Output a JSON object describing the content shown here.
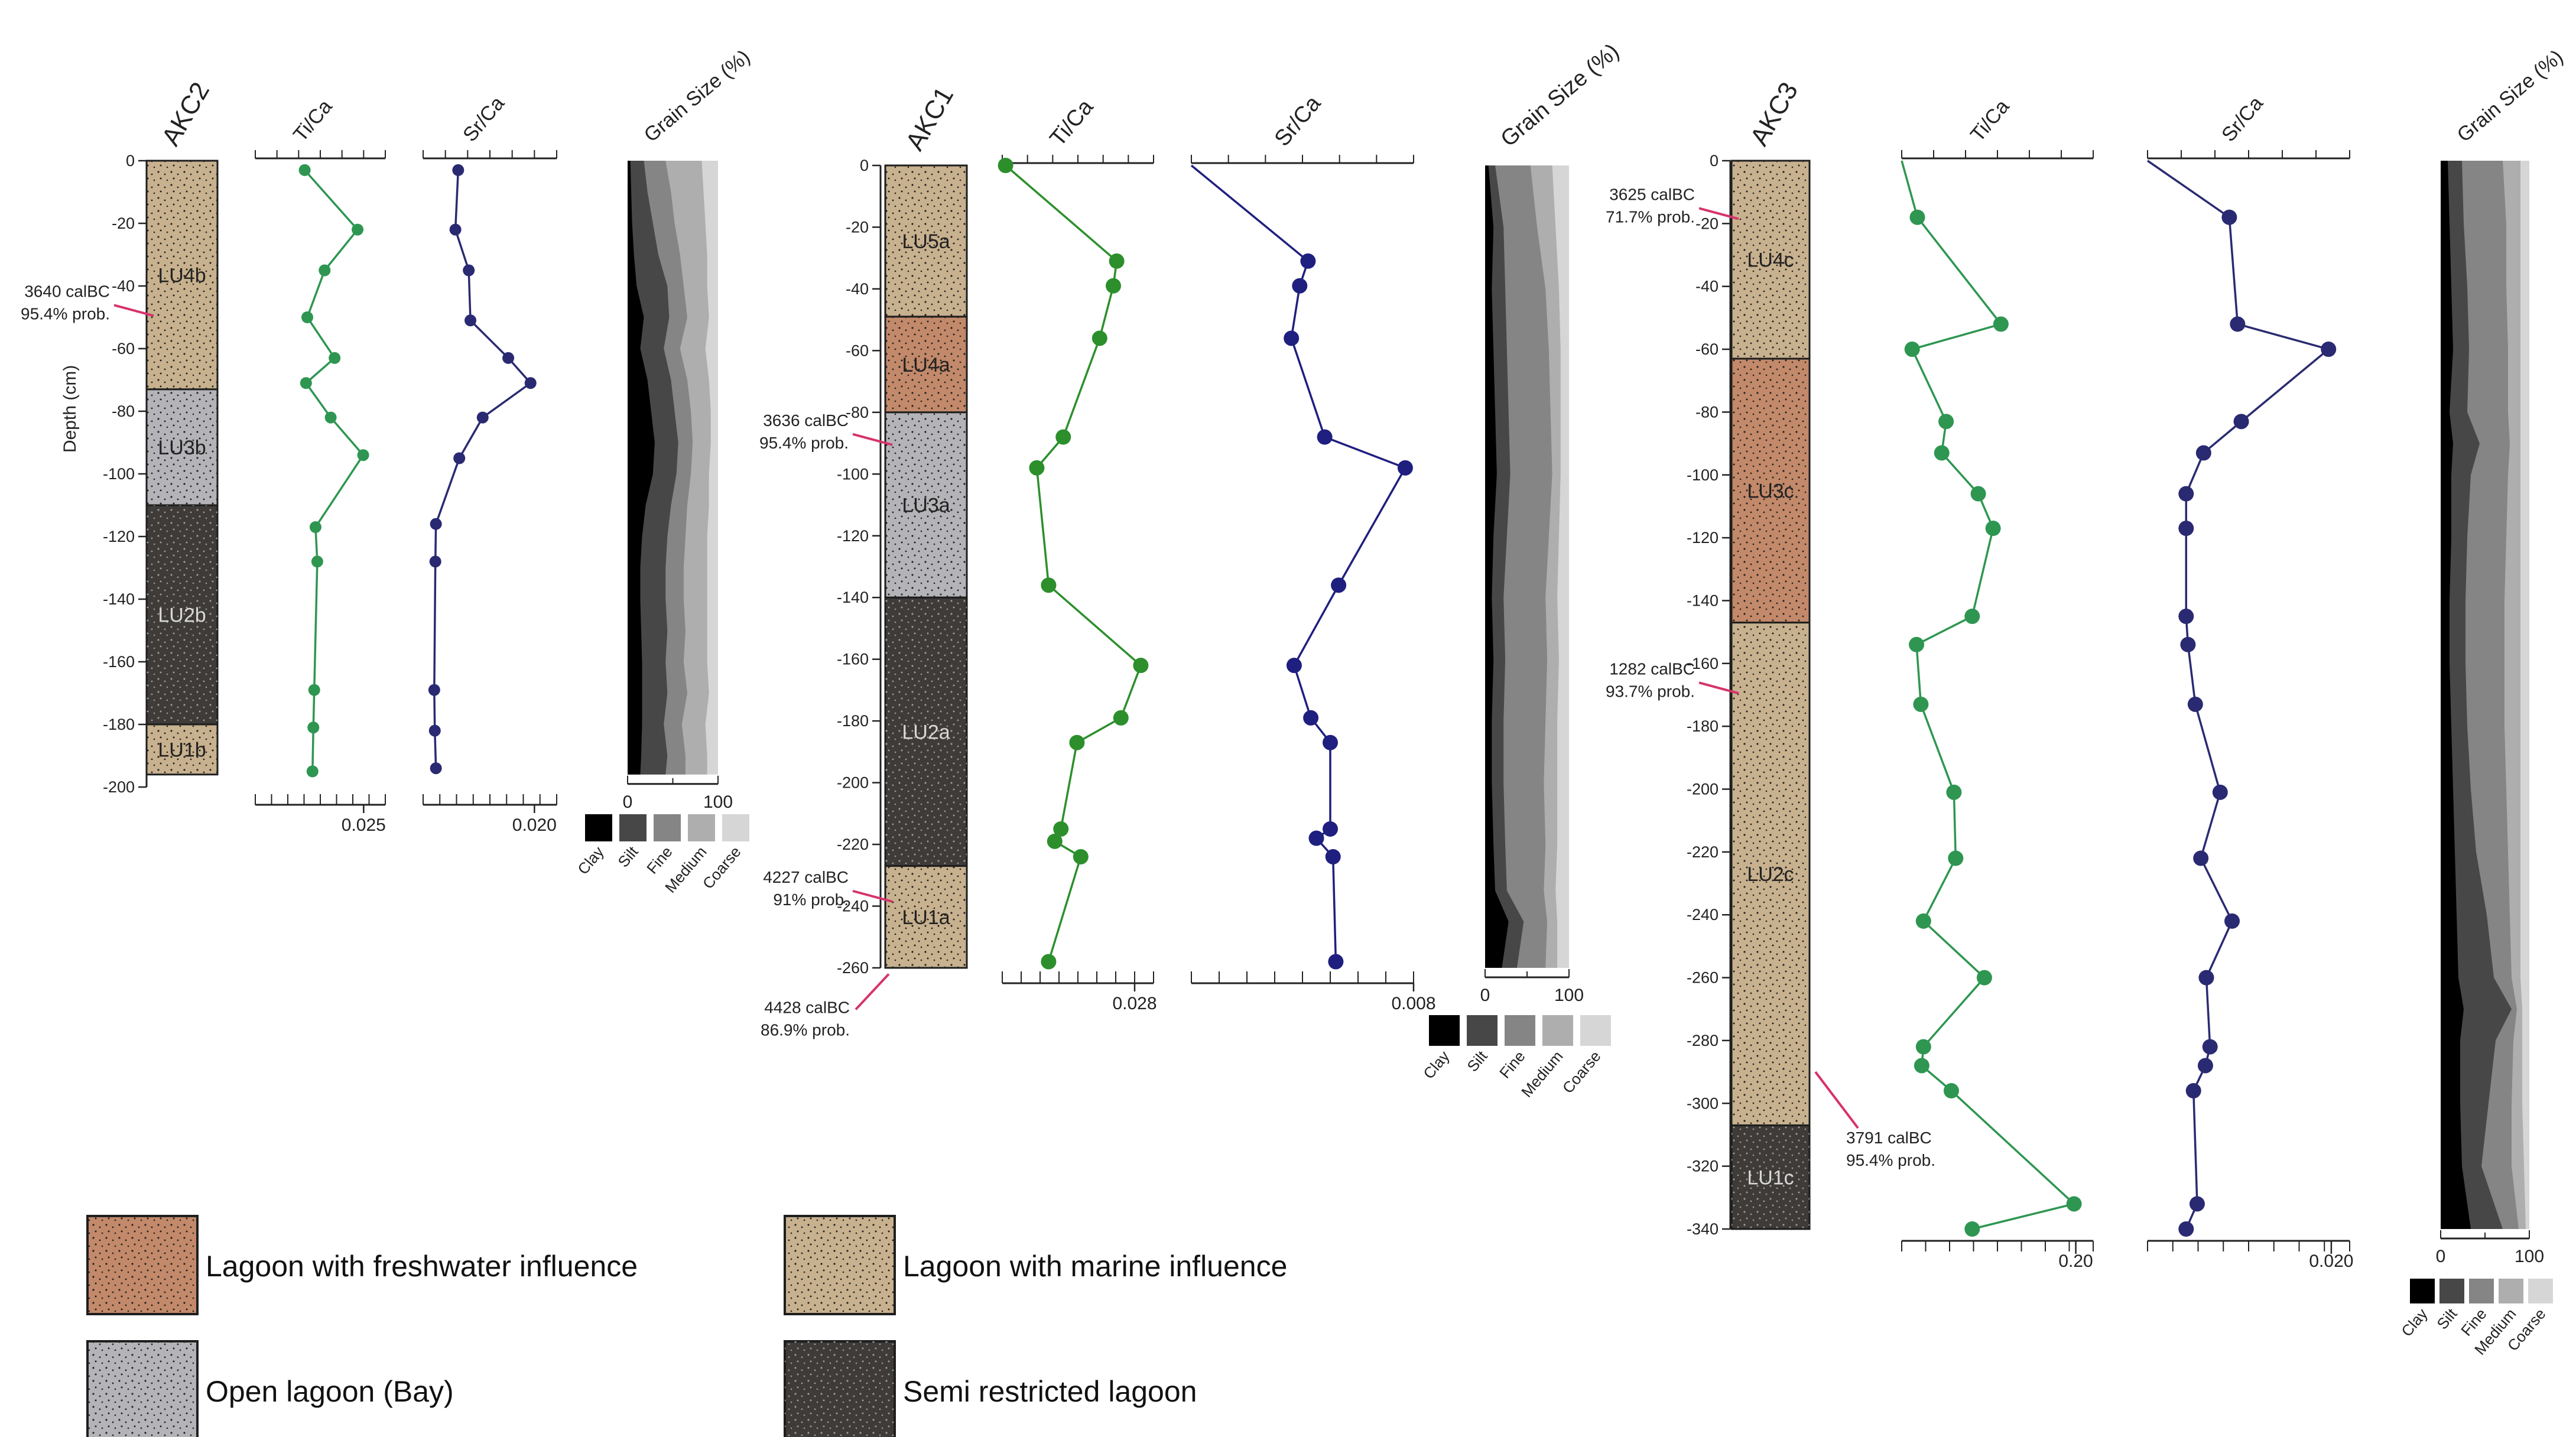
{
  "colors": {
    "freshwater": "#c2896a",
    "marine": "#c8b18e",
    "open_bay": "#b4b4b8",
    "semi_restricted": "#3e3b38",
    "ti_ca": "#2e9651",
    "ti_ca_akc1": "#2c8f2c",
    "sr_ca": "#2a2a72",
    "sr_ca_akc1": "#1f1f80",
    "date_marker": "#d6336c",
    "clay": "#000000",
    "silt": "#474747",
    "fine": "#858585",
    "medium": "#aeaeae",
    "coarse": "#d6d6d6"
  },
  "legend": [
    {
      "key": "freshwater",
      "label": "Lagoon with freshwater influence"
    },
    {
      "key": "open_bay",
      "label": "Open lagoon (Bay)"
    },
    {
      "key": "marine",
      "label": "Lagoon with marine influence"
    },
    {
      "key": "semi_restricted",
      "label": "Semi restricted lagoon"
    }
  ],
  "chart_data": [
    {
      "type": "line",
      "core": "AKC2",
      "ylabel": "Depth (cm)",
      "depth_ticks": [
        0,
        -20,
        -40,
        -60,
        -80,
        -100,
        -120,
        -140,
        -160,
        -180,
        -200
      ],
      "depth_range": [
        0,
        -200
      ],
      "units": [
        {
          "label": "LU4b",
          "top": 0,
          "bottom": -73,
          "facies": "marine"
        },
        {
          "label": "LU3b",
          "top": -73,
          "bottom": -110,
          "facies": "open_bay"
        },
        {
          "label": "LU2b",
          "top": -110,
          "bottom": -180,
          "facies": "semi_restricted"
        },
        {
          "label": "LU1b",
          "top": -180,
          "bottom": -196,
          "facies": "marine"
        }
      ],
      "dates": [
        {
          "depth": -48,
          "lines": [
            "3640 calBC",
            "95.4% prob."
          ]
        }
      ],
      "ti_ca": {
        "title": "Ti/Ca",
        "xlim": [
          0,
          0.03
        ],
        "tick_label": "0.025",
        "tick_value": 0.025,
        "points": [
          [
            0.0114,
            -3
          ],
          [
            0.0236,
            -22
          ],
          [
            0.016,
            -35
          ],
          [
            0.012,
            -50
          ],
          [
            0.0183,
            -63
          ],
          [
            0.0117,
            -71
          ],
          [
            0.0174,
            -82
          ],
          [
            0.0249,
            -94
          ],
          [
            0.0139,
            -117
          ],
          [
            0.0143,
            -128
          ],
          [
            0.0136,
            -169
          ],
          [
            0.0134,
            -181
          ],
          [
            0.0132,
            -195
          ]
        ]
      },
      "sr_ca": {
        "title": "Sr/Ca",
        "xlim": [
          0,
          0.024
        ],
        "tick_label": "0.020",
        "tick_value": 0.02,
        "points": [
          [
            0.0063,
            -3
          ],
          [
            0.0058,
            -22
          ],
          [
            0.0082,
            -35
          ],
          [
            0.0085,
            -51
          ],
          [
            0.0153,
            -63
          ],
          [
            0.0193,
            -71
          ],
          [
            0.0107,
            -82
          ],
          [
            0.0065,
            -95
          ],
          [
            0.0023,
            -116
          ],
          [
            0.0022,
            -128
          ],
          [
            0.002,
            -169
          ],
          [
            0.0021,
            -182
          ],
          [
            0.0023,
            -194
          ]
        ]
      },
      "grain_size": {
        "title": "Grain Size (%)",
        "xlim": [
          0,
          100
        ],
        "tick_labels": [
          "0",
          "100"
        ],
        "depths": [
          0,
          -10,
          -20,
          -30,
          -40,
          -50,
          -60,
          -70,
          -80,
          -90,
          -100,
          -110,
          -120,
          -130,
          -140,
          -150,
          -160,
          -170,
          -180,
          -190,
          -196
        ],
        "cumulative": {
          "clay": [
            3,
            4,
            5,
            7,
            10,
            18,
            14,
            22,
            26,
            30,
            28,
            20,
            16,
            14,
            14,
            15,
            16,
            16,
            16,
            15,
            14
          ],
          "silt": [
            18,
            22,
            28,
            34,
            44,
            46,
            40,
            48,
            52,
            56,
            54,
            48,
            44,
            42,
            42,
            44,
            42,
            44,
            40,
            44,
            42
          ],
          "fine": [
            42,
            48,
            52,
            58,
            62,
            66,
            58,
            66,
            70,
            72,
            70,
            66,
            64,
            62,
            62,
            64,
            62,
            66,
            60,
            64,
            64
          ],
          "medium": [
            82,
            84,
            86,
            88,
            88,
            90,
            86,
            90,
            92,
            92,
            90,
            90,
            88,
            88,
            88,
            88,
            88,
            90,
            86,
            88,
            88
          ],
          "coarse": [
            100,
            100,
            100,
            100,
            100,
            100,
            100,
            100,
            100,
            100,
            100,
            100,
            100,
            100,
            100,
            100,
            100,
            100,
            100,
            100,
            100
          ]
        },
        "classes": [
          "Clay",
          "Silt",
          "Fine",
          "Medium",
          "Coarse"
        ]
      }
    },
    {
      "type": "line",
      "core": "AKC1",
      "ylabel": "",
      "depth_ticks": [
        0,
        -20,
        -40,
        -60,
        -80,
        -100,
        -120,
        -140,
        -160,
        -180,
        -200,
        -220,
        -240,
        -260
      ],
      "depth_range": [
        0,
        -260
      ],
      "units": [
        {
          "label": "LU5a",
          "top": 0,
          "bottom": -49,
          "facies": "marine"
        },
        {
          "label": "LU4a",
          "top": -49,
          "bottom": -80,
          "facies": "freshwater"
        },
        {
          "label": "LU3a",
          "top": -80,
          "bottom": -140,
          "facies": "open_bay"
        },
        {
          "label": "LU2a",
          "top": -140,
          "bottom": -227,
          "facies": "semi_restricted"
        },
        {
          "label": "LU1a",
          "top": -227,
          "bottom": -260,
          "facies": "marine"
        }
      ],
      "dates": [
        {
          "depth": -89,
          "lines": [
            "3636 calBC",
            "95.4% prob."
          ]
        },
        {
          "depth": -237,
          "lines": [
            "4227 calBC",
            "91% prob."
          ]
        },
        {
          "depth": -262,
          "lines": [
            "4428 calBC",
            "86.9% prob."
          ]
        }
      ],
      "ti_ca": {
        "title": "Ti/Ca",
        "xlim": [
          0,
          0.032
        ],
        "tick_label": "0.028",
        "tick_value": 0.028,
        "points": [
          [
            0.0007,
            0
          ],
          [
            0.0242,
            -31
          ],
          [
            0.0235,
            -39
          ],
          [
            0.0206,
            -56
          ],
          [
            0.0129,
            -88
          ],
          [
            0.0073,
            -98
          ],
          [
            0.0098,
            -136
          ],
          [
            0.0293,
            -162
          ],
          [
            0.0251,
            -179
          ],
          [
            0.0158,
            -187
          ],
          [
            0.0124,
            -215
          ],
          [
            0.0111,
            -219
          ],
          [
            0.0166,
            -224
          ],
          [
            0.0098,
            -258
          ]
        ]
      },
      "sr_ca": {
        "title": "Sr/Ca",
        "xlim": [
          0,
          0.008
        ],
        "tick_label": "0.008",
        "tick_value": 0.008,
        "points": [
          [
            0.0,
            0
          ],
          [
            0.0042,
            -31
          ],
          [
            0.0039,
            -39
          ],
          [
            0.0036,
            -56
          ],
          [
            0.0048,
            -88
          ],
          [
            0.0077,
            -98
          ],
          [
            0.0053,
            -136
          ],
          [
            0.0037,
            -162
          ],
          [
            0.0043,
            -179
          ],
          [
            0.005,
            -187
          ],
          [
            0.005,
            -215
          ],
          [
            0.0045,
            -218
          ],
          [
            0.0051,
            -224
          ],
          [
            0.0052,
            -258
          ]
        ]
      },
      "grain_size": {
        "title": "Grain Size (%)",
        "xlim": [
          0,
          100
        ],
        "tick_labels": [
          "0",
          "100"
        ],
        "depths": [
          0,
          -20,
          -40,
          -60,
          -80,
          -100,
          -120,
          -140,
          -160,
          -180,
          -200,
          -220,
          -235,
          -245,
          -260
        ],
        "cumulative": {
          "clay": [
            4,
            10,
            8,
            10,
            12,
            14,
            10,
            8,
            10,
            8,
            8,
            10,
            12,
            28,
            20
          ],
          "silt": [
            12,
            22,
            24,
            26,
            28,
            30,
            26,
            22,
            24,
            22,
            22,
            24,
            26,
            46,
            38
          ],
          "fine": [
            54,
            62,
            72,
            76,
            78,
            80,
            76,
            72,
            74,
            72,
            70,
            72,
            70,
            74,
            72
          ],
          "medium": [
            80,
            84,
            88,
            90,
            90,
            90,
            88,
            86,
            88,
            86,
            86,
            86,
            84,
            86,
            86
          ],
          "coarse": [
            100,
            100,
            100,
            100,
            100,
            100,
            100,
            100,
            100,
            100,
            100,
            100,
            100,
            100,
            100
          ]
        },
        "classes": [
          "Clay",
          "Silt",
          "Fine",
          "Medium",
          "Coarse"
        ]
      }
    },
    {
      "type": "line",
      "core": "AKC3",
      "ylabel": "",
      "depth_ticks": [
        0,
        -20,
        -40,
        -60,
        -80,
        -100,
        -120,
        -140,
        -160,
        -180,
        -200,
        -220,
        -240,
        -260,
        -280,
        -300,
        -320,
        -340
      ],
      "depth_range": [
        0,
        -340
      ],
      "units": [
        {
          "label": "LU4c",
          "top": 0,
          "bottom": -63,
          "facies": "marine"
        },
        {
          "label": "LU3c",
          "top": -63,
          "bottom": -147,
          "facies": "freshwater"
        },
        {
          "label": "LU2c",
          "top": -147,
          "bottom": -307,
          "facies": "marine"
        },
        {
          "label": "LU1c",
          "top": -307,
          "bottom": -340,
          "facies": "semi_restricted"
        }
      ],
      "dates": [
        {
          "depth": -17,
          "lines": [
            "3625 calBC",
            "71.7% prob."
          ]
        },
        {
          "depth": -168,
          "lines": [
            "1282 calBC",
            "93.7% prob."
          ]
        },
        {
          "depth": -290,
          "lines": [
            "3791 calBC",
            "95.4% prob."
          ]
        }
      ],
      "ti_ca": {
        "title": "Ti/Ca",
        "xlim": [
          0,
          0.22
        ],
        "tick_label": "0.20",
        "tick_value": 0.2,
        "points": [
          [
            0.0,
            0
          ],
          [
            0.018,
            -18
          ],
          [
            0.114,
            -52
          ],
          [
            0.012,
            -60
          ],
          [
            0.051,
            -83
          ],
          [
            0.046,
            -93
          ],
          [
            0.088,
            -106
          ],
          [
            0.105,
            -117
          ],
          [
            0.081,
            -145
          ],
          [
            0.017,
            -154
          ],
          [
            0.022,
            -173
          ],
          [
            0.06,
            -201
          ],
          [
            0.062,
            -222
          ],
          [
            0.025,
            -242
          ],
          [
            0.095,
            -260
          ],
          [
            0.025,
            -282
          ],
          [
            0.023,
            -288
          ],
          [
            0.057,
            -296
          ],
          [
            0.198,
            -332
          ],
          [
            0.081,
            -340
          ]
        ]
      },
      "sr_ca": {
        "title": "Sr/Ca",
        "xlim": [
          0,
          0.022
        ],
        "tick_label": "0.020",
        "tick_value": 0.02,
        "points": [
          [
            0.0,
            0
          ],
          [
            0.0089,
            -18
          ],
          [
            0.0098,
            -52
          ],
          [
            0.0197,
            -60
          ],
          [
            0.0102,
            -83
          ],
          [
            0.0061,
            -93
          ],
          [
            0.0042,
            -106
          ],
          [
            0.0042,
            -117
          ],
          [
            0.0042,
            -145
          ],
          [
            0.0044,
            -154
          ],
          [
            0.0052,
            -173
          ],
          [
            0.0079,
            -201
          ],
          [
            0.0058,
            -222
          ],
          [
            0.0092,
            -242
          ],
          [
            0.0064,
            -260
          ],
          [
            0.0068,
            -282
          ],
          [
            0.0063,
            -288
          ],
          [
            0.005,
            -296
          ],
          [
            0.0054,
            -332
          ],
          [
            0.0042,
            -340
          ]
        ]
      },
      "grain_size": {
        "title": "Grain Size (%)",
        "xlim": [
          0,
          100
        ],
        "tick_labels": [
          "0",
          "100"
        ],
        "depths": [
          0,
          -20,
          -40,
          -60,
          -80,
          -90,
          -100,
          -120,
          -140,
          -160,
          -180,
          -200,
          -220,
          -240,
          -260,
          -270,
          -280,
          -300,
          -320,
          -340
        ],
        "cumulative": {
          "clay": [
            8,
            10,
            12,
            14,
            10,
            14,
            12,
            12,
            10,
            10,
            12,
            14,
            16,
            18,
            20,
            26,
            22,
            22,
            24,
            34
          ],
          "silt": [
            24,
            26,
            30,
            32,
            30,
            44,
            34,
            30,
            28,
            28,
            30,
            34,
            40,
            52,
            60,
            80,
            62,
            54,
            46,
            70
          ],
          "fine": [
            70,
            74,
            74,
            76,
            76,
            78,
            76,
            74,
            72,
            72,
            72,
            74,
            76,
            78,
            80,
            86,
            82,
            80,
            80,
            88
          ],
          "medium": [
            90,
            90,
            90,
            90,
            90,
            90,
            90,
            90,
            90,
            90,
            90,
            90,
            90,
            90,
            90,
            92,
            92,
            92,
            94,
            96
          ],
          "coarse": [
            100,
            100,
            100,
            100,
            100,
            100,
            100,
            100,
            100,
            100,
            100,
            100,
            100,
            100,
            100,
            100,
            100,
            100,
            100,
            100
          ]
        },
        "classes": [
          "Clay",
          "Silt",
          "Fine",
          "Medium",
          "Coarse"
        ]
      }
    }
  ]
}
